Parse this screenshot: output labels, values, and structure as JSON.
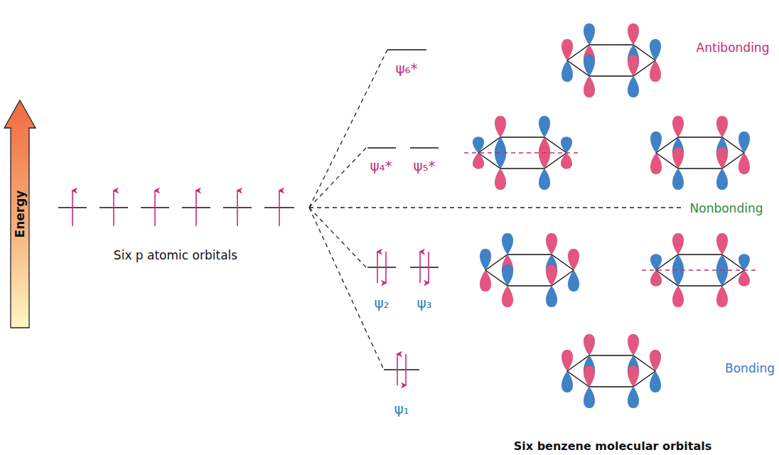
{
  "diagram": {
    "caption": "Six benzene molecular orbitals",
    "nodes": [
      {
        "text": [
          "Energy"
        ]
      }
    ],
    "labels": [
      "Six p atomic orbitals",
      "ψ₆*",
      "Antibonding",
      "ψ₄*",
      "ψ₅*",
      "Nonbonding",
      "ψ₂",
      "ψ₃",
      "Bonding",
      "ψ₁"
    ]
  }
}
